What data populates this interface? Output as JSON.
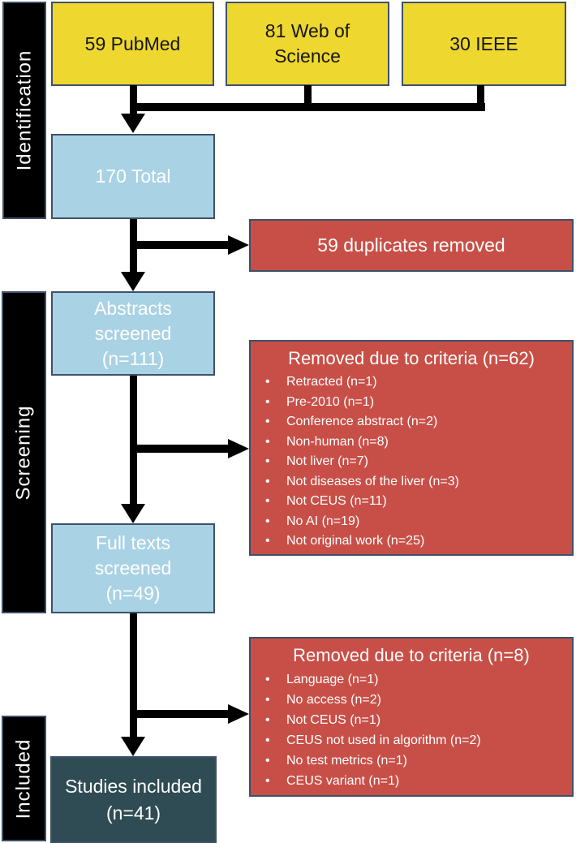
{
  "sidebars": {
    "identification": "Identification",
    "screening": "Screening",
    "included": "Included"
  },
  "boxes": {
    "pubmed": {
      "label": "59 PubMed"
    },
    "wos": {
      "line1": "81 Web of",
      "line2": "Science"
    },
    "ieee": {
      "label": "30 IEEE"
    },
    "total": {
      "label": "170 Total"
    },
    "duplicates": {
      "label": "59 duplicates removed"
    },
    "abstracts": {
      "line1": "Abstracts",
      "line2": "screened",
      "line3": "(n=111)"
    },
    "criteria62": {
      "title": "Removed due to criteria (n=62)",
      "items": [
        "Retracted (n=1)",
        "Pre-2010 (n=1)",
        "Conference abstract (n=2)",
        "Non-human (n=8)",
        "Not liver (n=7)",
        "Not diseases of the liver (n=3)",
        "Not CEUS (n=11)",
        "No AI (n=19)",
        "Not original work (n=25)"
      ]
    },
    "fulltexts": {
      "line1": "Full texts",
      "line2": "screened",
      "line3": "(n=49)"
    },
    "criteria8": {
      "title": "Removed due to criteria (n=8)",
      "items": [
        "Language (n=1)",
        "No access (n=2)",
        "Not CEUS (n=1)",
        "CEUS not used in algorithm (n=2)",
        "No test metrics (n=1)",
        "CEUS variant (n=1)"
      ]
    },
    "included": {
      "line1": "Studies included",
      "line2": "(n=41)"
    }
  },
  "colors": {
    "source_yellow": "#eed72f",
    "process_blue": "#a9d2e4",
    "removal_red": "#c84f47",
    "included_teal": "#2f4b54",
    "stage_black": "#000000",
    "box_border": "#3e506b",
    "arrow": "#000000"
  }
}
